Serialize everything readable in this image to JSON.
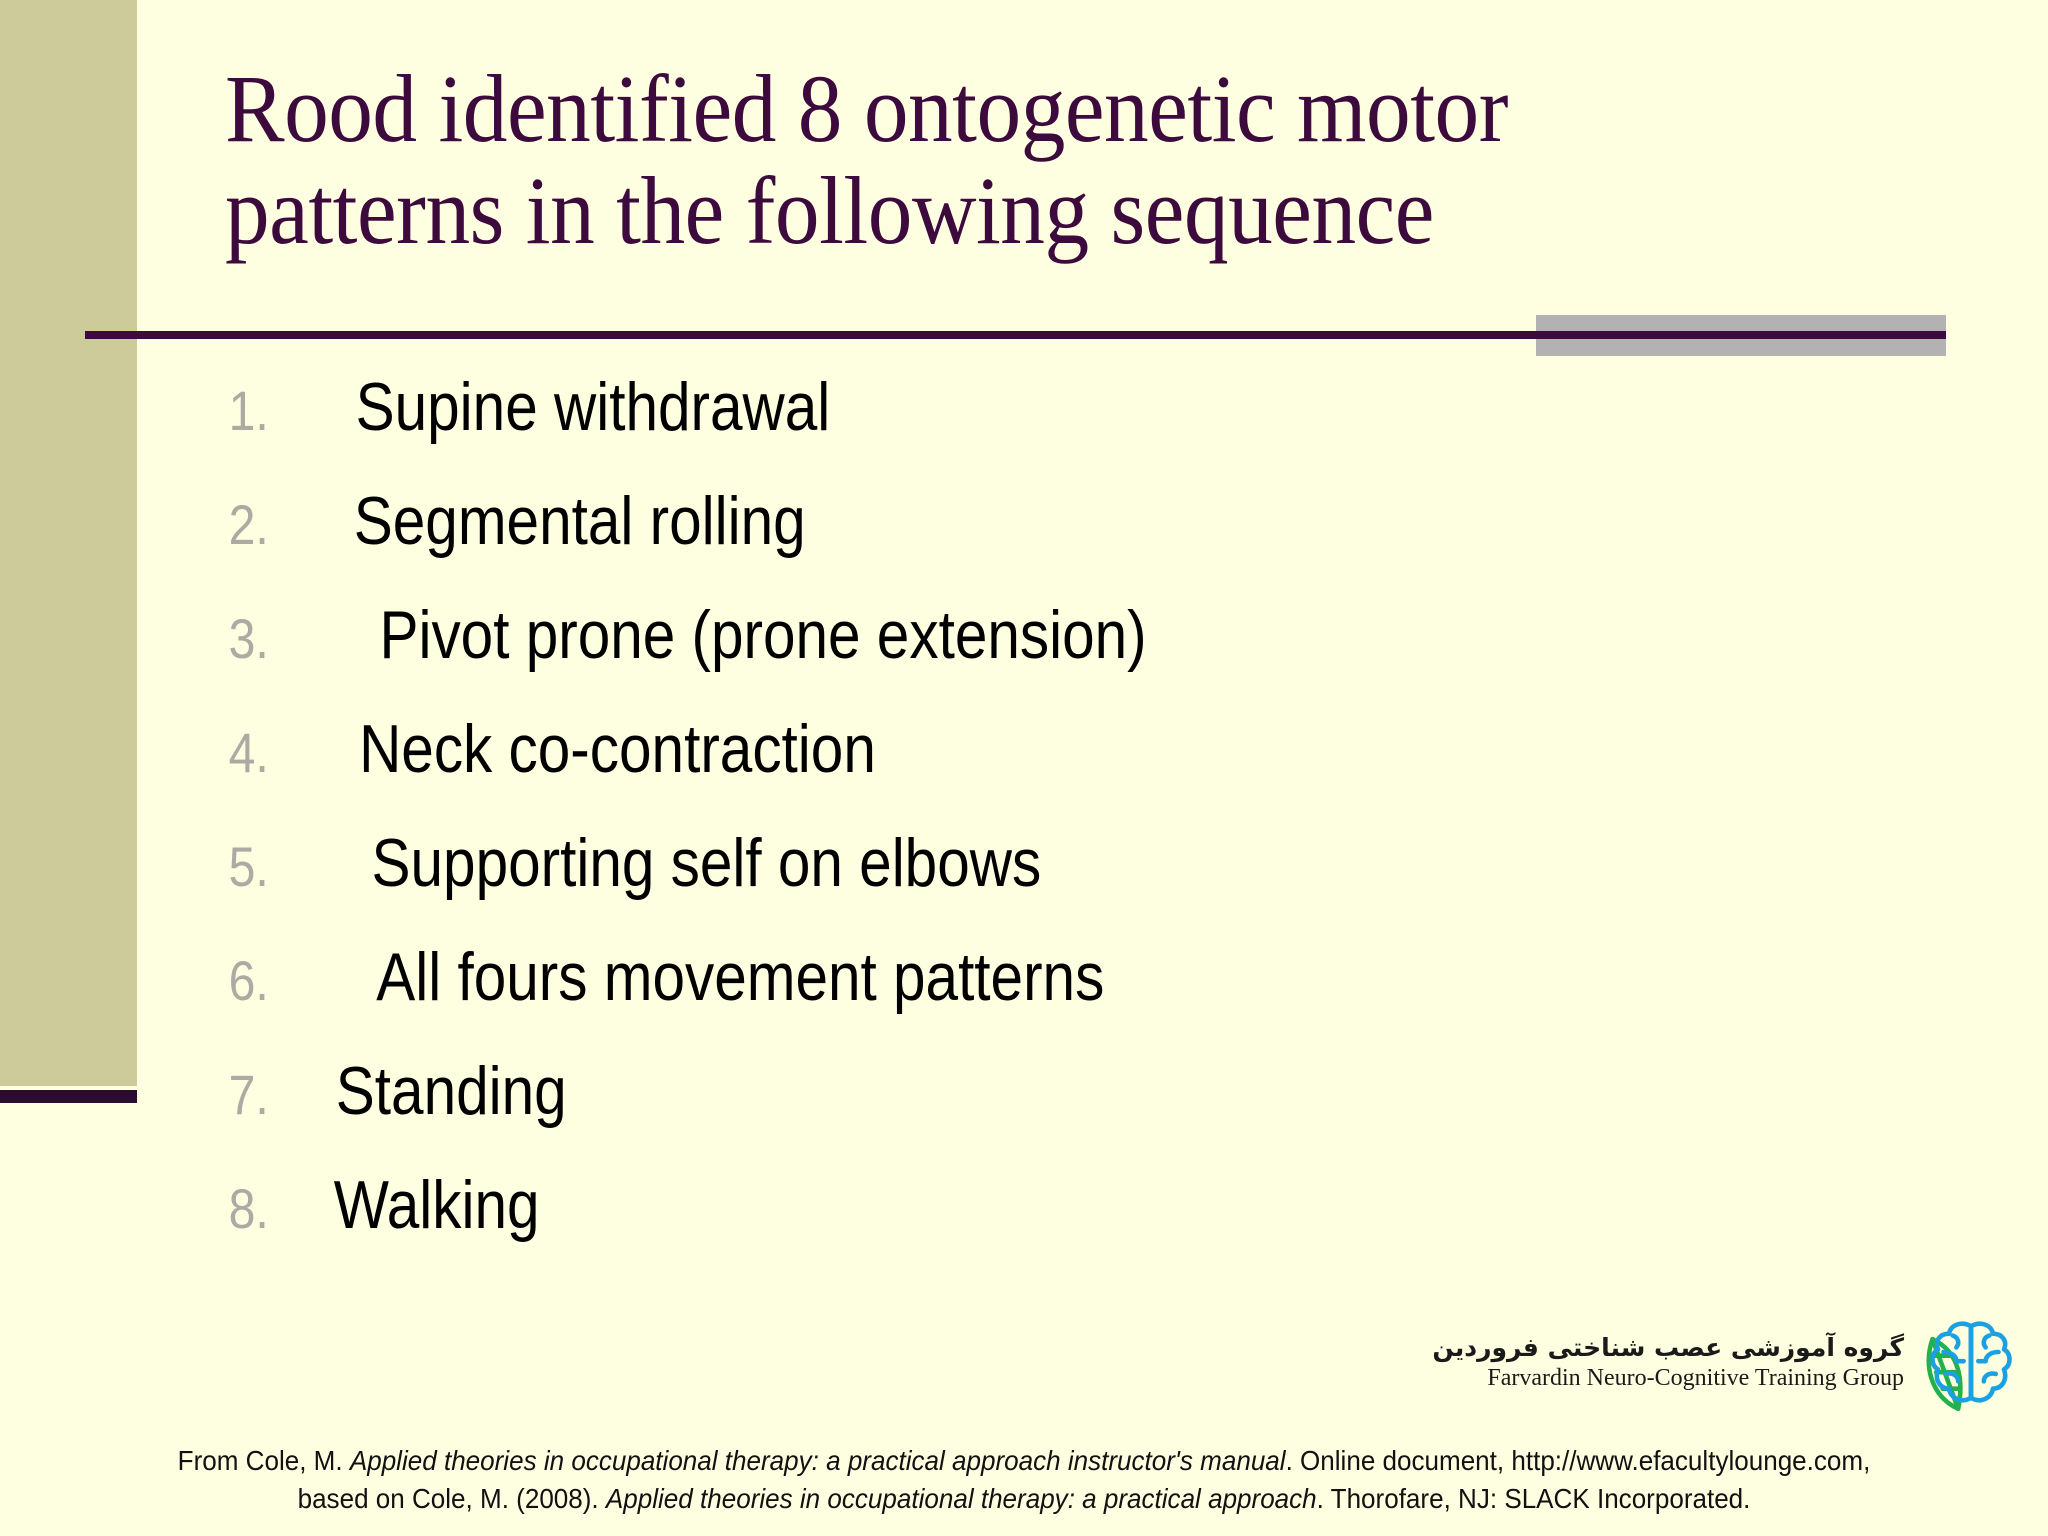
{
  "slide": {
    "title": "Rood identified 8 ontogenetic motor\npatterns in the following sequence",
    "accent_color": "#3D0A3D",
    "background_color": "#FEFEE0",
    "band_color": "#CCCB99",
    "gray_block_color": "#B2B2B2",
    "number_color": "#ABABA3"
  },
  "list": {
    "items": [
      {
        "number": "1.",
        "label": "Supine withdrawal"
      },
      {
        "number": "2.",
        "label": "Segmental rolling"
      },
      {
        "number": "3.",
        "label": "Pivot prone (prone extension)"
      },
      {
        "number": "4.",
        "label": "Neck co-contraction"
      },
      {
        "number": "5.",
        "label": "Supporting self on elbows"
      },
      {
        "number": "6.",
        "label": "All fours movement patterns"
      },
      {
        "number": "7.",
        "label": "Standing"
      },
      {
        "number": "8.",
        "label": "Walking"
      }
    ]
  },
  "logo": {
    "name_fa": "گروه آموزشی عصب شناختی فروردین",
    "name_en": "Farvardin Neuro-Cognitive Training Group",
    "icon": "brain-leaf-icon",
    "brain_color": "#1BA1E2",
    "leaf_color": "#22B14C"
  },
  "citation": {
    "line1_part1": "From Cole, M. ",
    "line1_italic": "Applied theories in occupational therapy: a practical approach instructor's manual",
    "line1_part2": ". Online document, http://www.efacultylounge.com,",
    "line2_part1": "based on Cole, M. (2008). ",
    "line2_italic": "Applied theories in occupational therapy: a practical approach",
    "line2_part2": ". Thorofare, NJ: SLACK Incorporated."
  }
}
